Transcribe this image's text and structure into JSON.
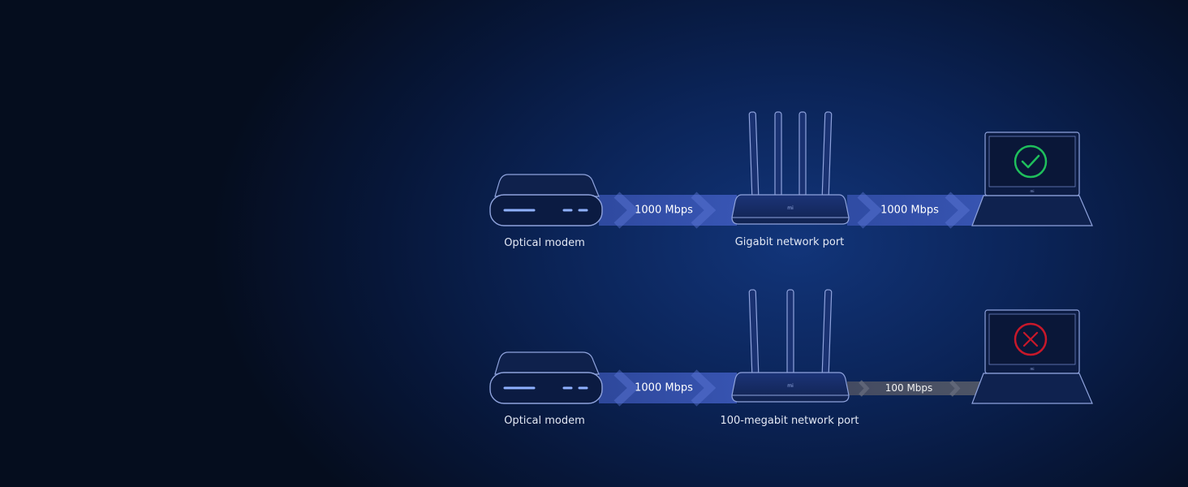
{
  "rows": [
    {
      "modem_label": "Optical modem",
      "link1_speed": "1000 Mbps",
      "router_label": "Gigabit network port",
      "link2_speed": "1000 Mbps",
      "status": "ok",
      "router_logo": "mi",
      "laptop_logo": "mi"
    },
    {
      "modem_label": "Optical modem",
      "link1_speed": "1000 Mbps",
      "router_label": "100-megabit network port",
      "link2_speed": "100 Mbps",
      "status": "fail",
      "router_logo": "mi",
      "laptop_logo": "mi"
    }
  ],
  "colors": {
    "line": "#8fa3dd",
    "beam_fast": "#3c56b4",
    "beam_slow": "#4b5060",
    "ok": "#1fbf5c",
    "fail": "#c8182a"
  },
  "icons": {
    "ok": "check-circle-icon",
    "fail": "x-circle-icon"
  }
}
